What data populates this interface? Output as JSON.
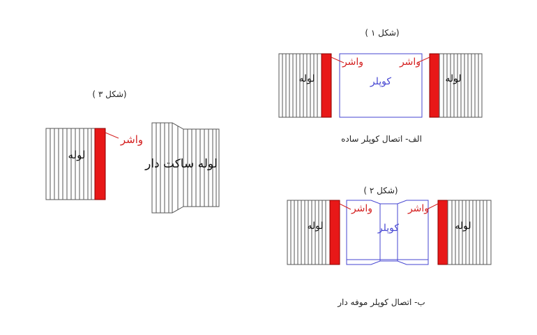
{
  "figure1": {
    "title": "(شکل ۱ )",
    "caption": "الف- اتصال کوپلر ساده",
    "pipe_left": "لوله",
    "pipe_right": "لوله",
    "coupler": "کوپلر",
    "washer_left": "واشر",
    "washer_right": "واشر"
  },
  "figure2": {
    "title": "(شکل ۲ )",
    "caption": "ب- اتصال کوپلر موفه دار",
    "pipe_left": "لوله",
    "pipe_right": "لوله",
    "coupler": "کوپلر",
    "washer_left": "واشر",
    "washer_right": "واشر"
  },
  "figure3": {
    "title": "(شکل ۳ )",
    "pipe": "لوله",
    "washer": "واشر",
    "socket_pipe": "لوله ساکت دار"
  },
  "colors": {
    "washer_red": "#e81818",
    "coupler_blue": "#4646d2",
    "label_red": "#d42020",
    "line": "#555555"
  }
}
